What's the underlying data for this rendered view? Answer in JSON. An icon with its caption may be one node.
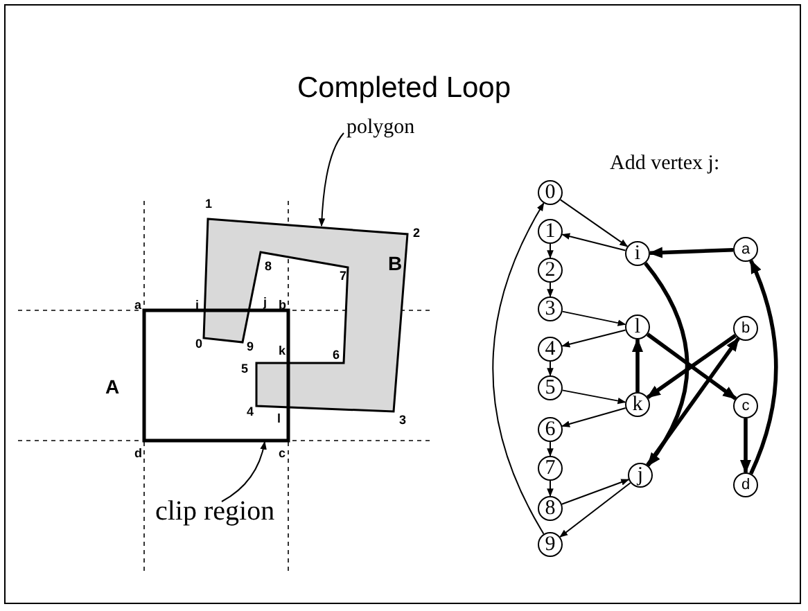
{
  "diagram": {
    "title": "Completed Loop",
    "nodes": [
      {
        "text": [],
        "shape": "polygon"
      },
      {
        "text": [],
        "shape": "box"
      },
      {
        "text": [
          "polygon"
        ]
      },
      {
        "text": [
          "clip region"
        ]
      },
      {
        "text": [
          "0"
        ]
      },
      {
        "text": [
          "1"
        ]
      },
      {
        "text": [
          "2"
        ]
      },
      {
        "text": [
          "3"
        ]
      },
      {
        "text": [
          "4"
        ]
      },
      {
        "text": [
          "5"
        ]
      },
      {
        "text": [
          "6"
        ]
      },
      {
        "text": [
          "7"
        ]
      },
      {
        "text": [
          "8"
        ]
      },
      {
        "text": [
          "9"
        ]
      },
      {
        "text": [
          "i"
        ]
      },
      {
        "text": [
          "l"
        ]
      },
      {
        "text": [
          "k"
        ]
      },
      {
        "text": [
          "j"
        ]
      },
      {
        "text": [
          "a"
        ]
      },
      {
        "text": [
          "b"
        ]
      },
      {
        "text": [
          "c"
        ]
      },
      {
        "text": [
          "d"
        ]
      }
    ],
    "edges": [
      {
        "from": 2,
        "to": 0,
        "arrow": "to"
      },
      {
        "from": 3,
        "to": 1,
        "arrow": "to"
      },
      {
        "from": 4,
        "to": 14,
        "arrow": "to"
      },
      {
        "from": 14,
        "to": 5,
        "arrow": "to"
      },
      {
        "from": 5,
        "to": 6,
        "arrow": "to"
      },
      {
        "from": 6,
        "to": 7,
        "arrow": "to"
      },
      {
        "from": 7,
        "to": 15,
        "arrow": "to"
      },
      {
        "from": 15,
        "to": 8,
        "arrow": "to"
      },
      {
        "from": 8,
        "to": 9,
        "arrow": "to"
      },
      {
        "from": 9,
        "to": 16,
        "arrow": "to"
      },
      {
        "from": 16,
        "to": 10,
        "arrow": "to"
      },
      {
        "from": 10,
        "to": 11,
        "arrow": "to"
      },
      {
        "from": 11,
        "to": 12,
        "arrow": "to"
      },
      {
        "from": 12,
        "to": 17,
        "arrow": "to"
      },
      {
        "from": 17,
        "to": 13,
        "arrow": "to"
      },
      {
        "from": 13,
        "to": 4,
        "arrow": "to"
      },
      {
        "from": 18,
        "to": 14,
        "arrow": "to",
        "style": "thick"
      },
      {
        "from": 14,
        "to": 17,
        "arrow": "to",
        "style": "thick"
      },
      {
        "from": 17,
        "to": 19,
        "arrow": "to",
        "style": "thick"
      },
      {
        "from": 19,
        "to": 16,
        "arrow": "to",
        "style": "thick"
      },
      {
        "from": 16,
        "to": 15,
        "arrow": "to",
        "style": "thick"
      },
      {
        "from": 15,
        "to": 20,
        "arrow": "to",
        "style": "thick"
      },
      {
        "from": 20,
        "to": 21,
        "arrow": "to",
        "style": "thick"
      },
      {
        "from": 21,
        "to": 18,
        "arrow": "to",
        "style": "thick"
      }
    ],
    "labels": [
      "1",
      "2",
      "8",
      "7",
      "B",
      "a",
      "i",
      "j",
      "b",
      "0",
      "9",
      "5",
      "k",
      "6",
      "A",
      "4",
      "l",
      "3",
      "d",
      "c",
      "Add vertex j:"
    ]
  }
}
